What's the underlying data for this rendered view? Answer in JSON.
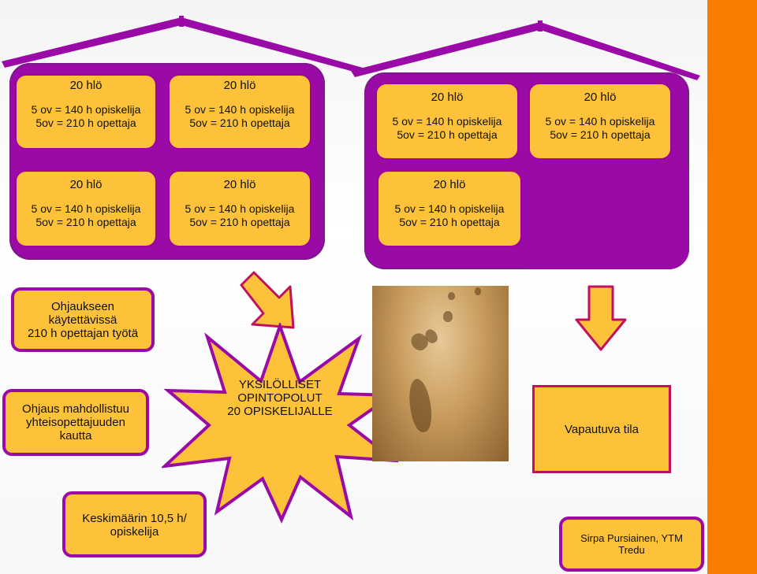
{
  "colors": {
    "purple": "#9a0aa6",
    "yellow": "#fdc23a",
    "orange": "#fb7d00",
    "red_border": "#c01060"
  },
  "cards": [
    {
      "title": "20 hlö",
      "line1": "5 ov = 140 h opiskelija",
      "line2": "5ov = 210 h opettaja"
    },
    {
      "title": "20 hlö",
      "line1": "5 ov = 140 h opiskelija",
      "line2": "5ov = 210 h opettaja"
    },
    {
      "title": "20 hlö",
      "line1": "5 ov = 140 h opiskelija",
      "line2": "5ov = 210 h opettaja"
    },
    {
      "title": "20 hlö",
      "line1": "5 ov = 140 h opiskelija",
      "line2": "5ov = 210 h opettaja"
    },
    {
      "title": "20 hlö",
      "line1": "5 ov = 140 h opiskelija",
      "line2": "5ov = 210 h opettaja"
    },
    {
      "title": "20 hlö",
      "line1": "5 ov = 140 h opiskelija",
      "line2": "5ov = 210 h opettaja"
    },
    {
      "title": "20 hlö",
      "line1": "5 ov = 140 h opiskelija",
      "line2": "5ov = 210 h opettaja"
    }
  ],
  "ohjaukseen": [
    "Ohjaukseen",
    "käytettävissä",
    "210 h opettajan työtä"
  ],
  "ohjaus": [
    "Ohjaus mahdollistuu",
    "yhteisopettajuuden",
    "kautta"
  ],
  "star": [
    "YKSILÖLLISET",
    "OPINTOPOLUT",
    "20 OPISKELIJALLE"
  ],
  "vapautuva": "Vapautuva tila",
  "keskimaarin": [
    "Keskimäärin 10,5 h/",
    "opiskelija"
  ],
  "author": [
    "Sirpa Pursiainen, YTM",
    "Tredu"
  ],
  "icons": [
    "arrow-down-icon",
    "footprints-photo",
    "starburst-shape"
  ]
}
